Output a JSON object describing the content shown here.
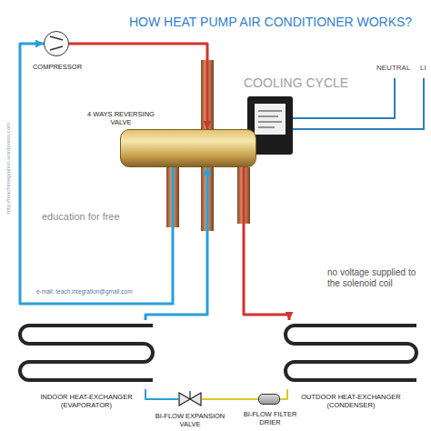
{
  "diagram": {
    "title": "HOW HEAT PUMP AIR CONDITIONER WORKS?",
    "nodes": [
      {
        "text": [
          "COMPRESSOR"
        ]
      },
      {
        "text": [
          "4 WAYS REVERSING VALVE"
        ]
      },
      {
        "text": [
          "INDOOR HEAT-EXCHANGER (EVAPORATOR)"
        ]
      },
      {
        "text": [
          "BI-FLOW EXPANSION VALVE"
        ]
      },
      {
        "text": [
          "BI-FLOW FILTER DRIER"
        ]
      },
      {
        "text": [
          "OUTDOOR HEAT-EXCHANGER (CONDENSER)"
        ]
      }
    ],
    "edges": [
      {
        "from": 0,
        "to": 1,
        "arrow": "to"
      },
      {
        "from": 1,
        "to": 5,
        "arrow": "to"
      },
      {
        "from": 5,
        "to": 4,
        "arrow": "none"
      },
      {
        "from": 4,
        "to": 3,
        "arrow": "none"
      },
      {
        "from": 3,
        "to": 2,
        "arrow": "none"
      },
      {
        "from": 2,
        "to": 1,
        "arrow": "to"
      },
      {
        "from": 1,
        "to": 0,
        "arrow": "to"
      }
    ],
    "labels": [
      "COOLING CYCLE",
      "NEUTRAL",
      "LI",
      "education for free",
      "no voltage supplied to the solenoid coil",
      "e-mail: teach.integration@gmail.com",
      "http://teachintegration.wordpress.com"
    ]
  }
}
